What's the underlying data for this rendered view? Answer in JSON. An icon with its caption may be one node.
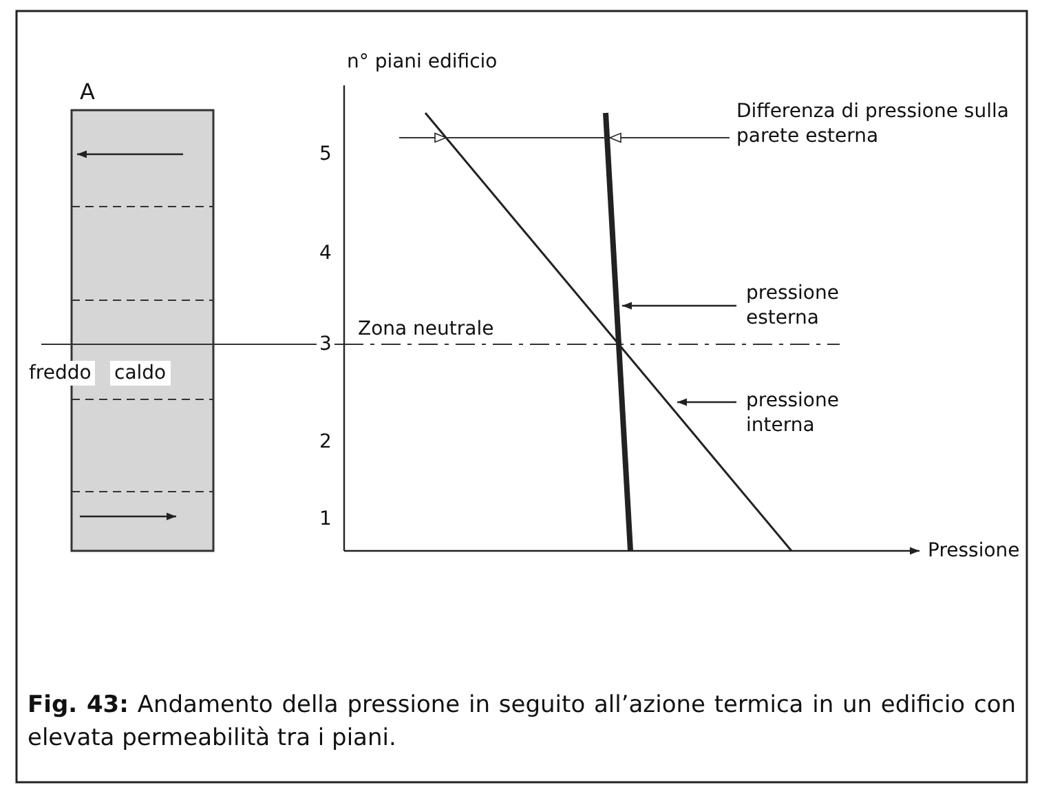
{
  "diagram": {
    "caption": "**Fig. 43:** Andamento della pressione in seguito all’azione termica in un edificio con elevata permeabilità tra i piani.",
    "nodes": [
      {
        "text": [
          "pressione esterna"
        ]
      },
      {
        "text": [
          "pressione interna"
        ]
      }
    ],
    "edges": [
      {
        "from": 0,
        "to": null,
        "arrow": "to"
      },
      {
        "from": 1,
        "to": null,
        "arrow": "to"
      }
    ],
    "labels": [
      "n° piani edificio",
      "A",
      "5",
      "Differenza di pressione sulla parete esterna",
      "4",
      "Zona neutrale",
      "3",
      "freddo",
      "caldo",
      "2",
      "1",
      "Pressione"
    ]
  }
}
